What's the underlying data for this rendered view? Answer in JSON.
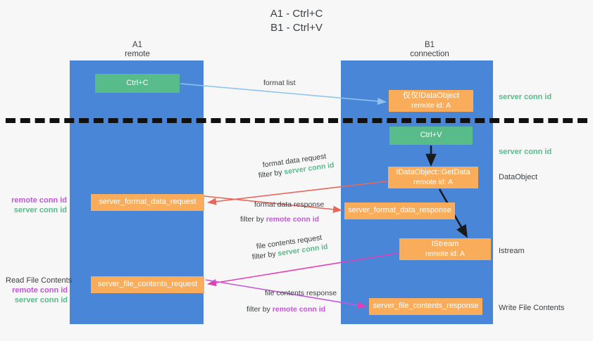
{
  "title": {
    "line1": "A1 - Ctrl+C",
    "line2": "B1 - Ctrl+V"
  },
  "columns": [
    {
      "name": "A1",
      "sub": "remote"
    },
    {
      "name": "B1",
      "sub": "connection"
    }
  ],
  "boxes": {
    "ctrl_c": {
      "line1": "Ctrl+C",
      "line2": "",
      "color": "#57bb8a"
    },
    "idataobject": {
      "line1": "仅仅IDataObject",
      "line2": "remote id: A",
      "color": "#f9ad5a"
    },
    "ctrl_v": {
      "line1": "Ctrl+V",
      "line2": "",
      "color": "#57bb8a"
    },
    "getdata": {
      "line1": "IDataObject::GetData",
      "line2": "remote id: A",
      "color": "#f9ad5a"
    },
    "istream": {
      "line1": "IStream",
      "line2": "remote id: A",
      "color": "#f9ad5a"
    },
    "format_data_request": {
      "line1": "server_format_data_request",
      "line2": "",
      "color": "#f9ad5a"
    },
    "format_data_response": {
      "line1": "server_format_data_response",
      "line2": "",
      "color": "#f9ad5a"
    },
    "file_contents_request": {
      "line1": "server_file_contents_request",
      "line2": "",
      "color": "#f9ad5a"
    },
    "file_contents_response": {
      "line1": "server_file_contents_response",
      "line2": "",
      "color": "#f9ad5a"
    }
  },
  "arrow_labels": {
    "format_list": "format list",
    "format_data_request": "format data request",
    "format_data_request_filter_prefix": "filter by ",
    "format_data_request_filter_value": "server conn id",
    "format_data_response": "format data response",
    "format_data_response_filter_prefix": "filter by ",
    "format_data_response_filter_value": "remote conn id",
    "file_contents_request": "file contents request",
    "file_contents_request_filter_prefix": "filter by ",
    "file_contents_request_filter_value": "server conn id",
    "file_contents_response": "file contents response",
    "file_contents_response_filter_prefix": "filter by ",
    "file_contents_response_filter_value": "remote conn id"
  },
  "right_annotations": {
    "server_conn_id_top": "server conn id",
    "server_conn_id_mid": "server conn id",
    "dataobject": "DataObject",
    "istream": "Istream",
    "write_file_contents": "Write File Contents"
  },
  "left_annotations": {
    "remote_conn_id_1": "remote conn id",
    "server_conn_id_1": "server conn id",
    "read_file_contents": "Read File Contents",
    "remote_conn_id_2": "remote conn id",
    "server_conn_id_2": "server conn id"
  },
  "colors": {
    "lane": "#4a86d8",
    "green": "#57bb8a",
    "orange": "#f9ad5a",
    "purple": "#c157d8",
    "red_arrow": "#e8665a",
    "blue_arrow": "#8fc2ef",
    "magenta_arrow": "#e040b0",
    "dark_arrow": "#1a1a1a",
    "background": "#f7f7f7"
  }
}
